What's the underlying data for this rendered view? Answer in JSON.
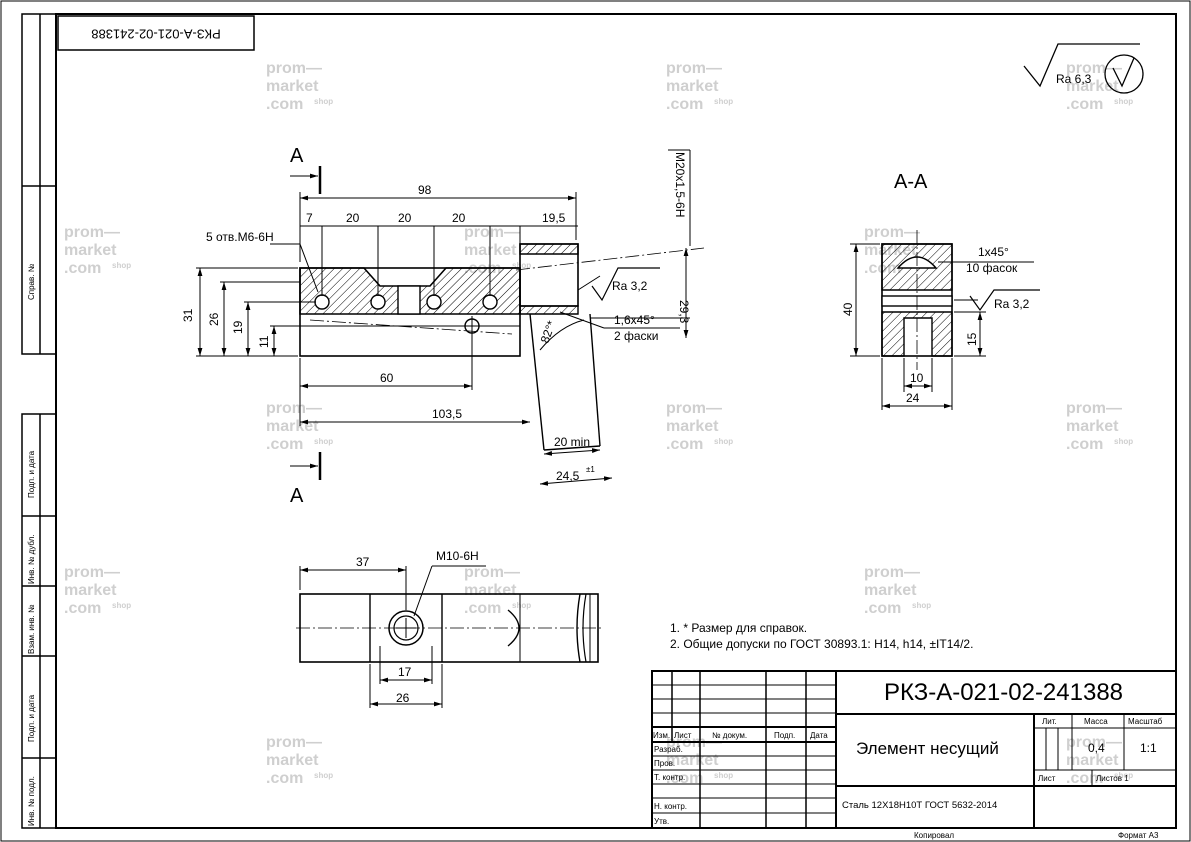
{
  "stamp_rotated": "РКЗ-А-021-02-241388",
  "roughness": {
    "general": "Ra 6,3",
    "surface1": "Ra 3,2",
    "surface2": "Ra 3,2"
  },
  "section_label": "А-А",
  "cut_label_top": "А",
  "cut_label_bottom": "А",
  "dims_main": {
    "overall": "98",
    "d7": "7",
    "d20a": "20",
    "d20b": "20",
    "d20c": "20",
    "d19_5": "19,5",
    "holes": "5 отв.М6-6Н",
    "thread": "М20х1,5-6Н",
    "h31": "31",
    "h26": "26",
    "h19": "19",
    "h11": "11",
    "d60": "60",
    "d103_5": "103,5",
    "d20min": "20 min",
    "d24_5": "24,5",
    "d24_5_tol": "±1",
    "d29_3": "29,3",
    "angle": "82°*",
    "chamfer1": "1,6х45°",
    "chamfer2": "2 фаски"
  },
  "dims_section": {
    "chamfer1": "1х45°",
    "chamfer2": "10 фасок",
    "h40": "40",
    "h15": "15",
    "w10": "10",
    "w24": "24"
  },
  "dims_bottom": {
    "d37": "37",
    "thread": "М10-6Н",
    "d17": "17",
    "d26": "26"
  },
  "notes": [
    "1.    * Размер для справок.",
    "2.    Общие допуски по ГОСТ 30893.1: H14, h14, ±IT14/2."
  ],
  "title_block": {
    "designation": "РКЗ-А-021-02-241388",
    "name": "Элемент несущий",
    "material": "Сталь 12Х18Н10Т ГОСТ 5632-2014",
    "col_headers": [
      "Изм.",
      "Лист",
      "№ докум.",
      "Подп.",
      "Дата"
    ],
    "rows": [
      "Разраб.",
      "Пров.",
      "Т. контр.",
      "Н. контр.",
      "Утв."
    ],
    "lit": "Лит.",
    "mass_label": "Масса",
    "scale_label": "Масштаб",
    "mass": "0,4",
    "scale": "1:1",
    "sheet": "Лист",
    "sheets": "Листов 1",
    "copied": "Копировал",
    "format": "Формат А3"
  },
  "side_stamps": [
    "Справ. №",
    "Подп. и дата",
    "Инв. № дубл.",
    "Взам. инв. №",
    "Подп. и дата",
    "Инв. № подл."
  ],
  "watermark": {
    "line1": "prom—",
    "line2": "market",
    "line3": ".com",
    "shop": "shop"
  }
}
